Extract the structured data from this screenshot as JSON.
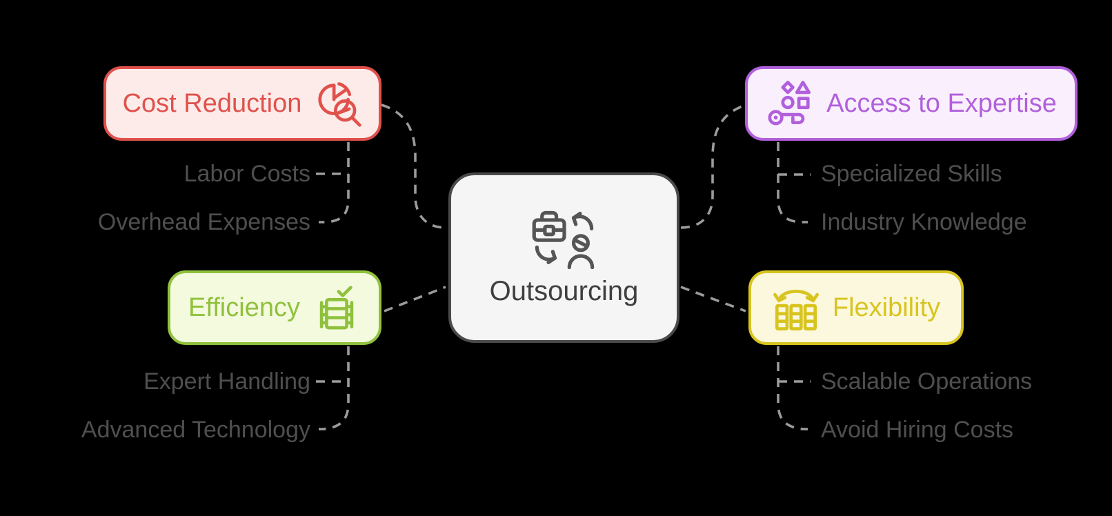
{
  "diagram": {
    "background_color": "#000000",
    "connector_color": "#9b9b9b",
    "sub_item_text_color": "#4f4f4f",
    "center": {
      "label": "Outsourcing",
      "icon": "briefcase-person-swap-icon",
      "border_color": "#4a4a4a",
      "fill_color": "#f5f5f5",
      "text_color": "#3f3f3f"
    },
    "branches": [
      {
        "id": "cost-reduction",
        "label": "Cost Reduction",
        "icon": "pie-chart-magnifier-icon",
        "accent_color": "#e0514c",
        "fill_color": "#fcebe9",
        "children": [
          "Labor Costs",
          "Overhead Expenses"
        ]
      },
      {
        "id": "access-to-expertise",
        "label": "Access to Expertise",
        "icon": "key-shapes-icon",
        "accent_color": "#b160dc",
        "fill_color": "#faf0fd",
        "children": [
          "Specialized Skills",
          "Industry Knowledge"
        ]
      },
      {
        "id": "efficiency",
        "label": "Efficiency",
        "icon": "machine-checkmark-icon",
        "accent_color": "#8fc13e",
        "fill_color": "#f4fadd",
        "children": [
          "Expert Handling",
          "Advanced Technology"
        ]
      },
      {
        "id": "flexibility",
        "label": "Flexibility",
        "icon": "columns-sync-arrow-icon",
        "accent_color": "#d8c41f",
        "fill_color": "#fcf8dd",
        "children": [
          "Scalable Operations",
          "Avoid Hiring Costs"
        ]
      }
    ]
  }
}
